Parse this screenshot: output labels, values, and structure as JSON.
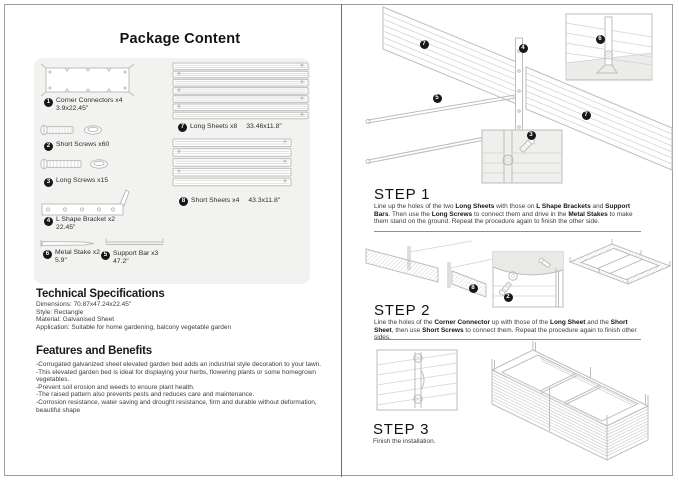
{
  "page": {
    "title": "Package Content"
  },
  "colors": {
    "badge": "#171717",
    "panel_bg": "#f2f2f0",
    "line_art": "#bdbdbb"
  },
  "package": {
    "items": [
      {
        "num": "1",
        "label": "Corner Connectors x4",
        "size": "3.9x22.45\""
      },
      {
        "num": "2",
        "label": "Short Screws x60",
        "size": ""
      },
      {
        "num": "3",
        "label": "Long Screws x15",
        "size": ""
      },
      {
        "num": "4",
        "label": "L Shape Bracket x2",
        "size": "22.45\""
      },
      {
        "num": "5",
        "label": "Support Bar x3",
        "size": "47.2\""
      },
      {
        "num": "6",
        "label": "Metal Stake x2",
        "size": "5.9\""
      },
      {
        "num": "7",
        "label": "Long Sheets x8",
        "size": "33.46x11.8\""
      },
      {
        "num": "8",
        "label": "Short Sheets x4",
        "size": "43.3x11.8\""
      }
    ]
  },
  "specs": {
    "heading": "Technical Specifications",
    "lines": [
      "Dimensions:  70.87x47.24x22.45\"",
      "Style: Rectangle",
      "Material: Galvanised Sheet",
      "Application: Suitable for home gardening, balcony vegetable garden"
    ]
  },
  "features": {
    "heading": "Features and Benefits",
    "lines": [
      "-Corrugated galvanized sheet elevated garden bed adds an industrial style decoration to your lawn.",
      "-This elevated garden bed is ideal for displaying your herbs, flowering plants or some homegrown vegetables.",
      "-Prevent soil erosion and weeds to ensure plant health.",
      "-The raised pattern also prevents pests and reduces care and maintenance.",
      "-Corrosion resistance, water saving and drought resistance, firm and durable without deformation, beautiful shape"
    ]
  },
  "steps": [
    {
      "heading": "STEP 1",
      "segments": [
        {
          "t": "Line up the holes of the two "
        },
        {
          "t": "Long Sheets",
          "b": true
        },
        {
          "t": " with those on "
        },
        {
          "t": "L Shape Brackets",
          "b": true
        },
        {
          "t": " and "
        },
        {
          "t": "Support Bars",
          "b": true
        },
        {
          "t": ". Then use the "
        },
        {
          "t": "Long Screws",
          "b": true
        },
        {
          "t": " to connect them and drive in the "
        },
        {
          "t": "Metal Stakes",
          "b": true
        },
        {
          "t": " to make them stand on the ground. Repeat the procedure again to finish the other side."
        }
      ]
    },
    {
      "heading": "STEP 2",
      "segments": [
        {
          "t": "Line the holes of the "
        },
        {
          "t": "Corner Connector",
          "b": true
        },
        {
          "t": " up with those of the "
        },
        {
          "t": "Long Sheet",
          "b": true
        },
        {
          "t": " and the "
        },
        {
          "t": "Short Sheet",
          "b": true
        },
        {
          "t": ", then use "
        },
        {
          "t": "Short Screws",
          "b": true
        },
        {
          "t": " to connect them. Repeat the procedure again to finish other sides."
        }
      ]
    },
    {
      "heading": "STEP 3",
      "segments": [
        {
          "t": "Finish the installation."
        }
      ]
    }
  ],
  "diagram_badges": {
    "step1": {
      "long_sheet_left": "7",
      "l_shape_bracket": "4",
      "metal_stake": "6",
      "support_bar": "5",
      "long_sheet_right": "7",
      "long_screw": "3"
    },
    "step2": {
      "short_sheet": "8",
      "short_screw": "2"
    }
  }
}
